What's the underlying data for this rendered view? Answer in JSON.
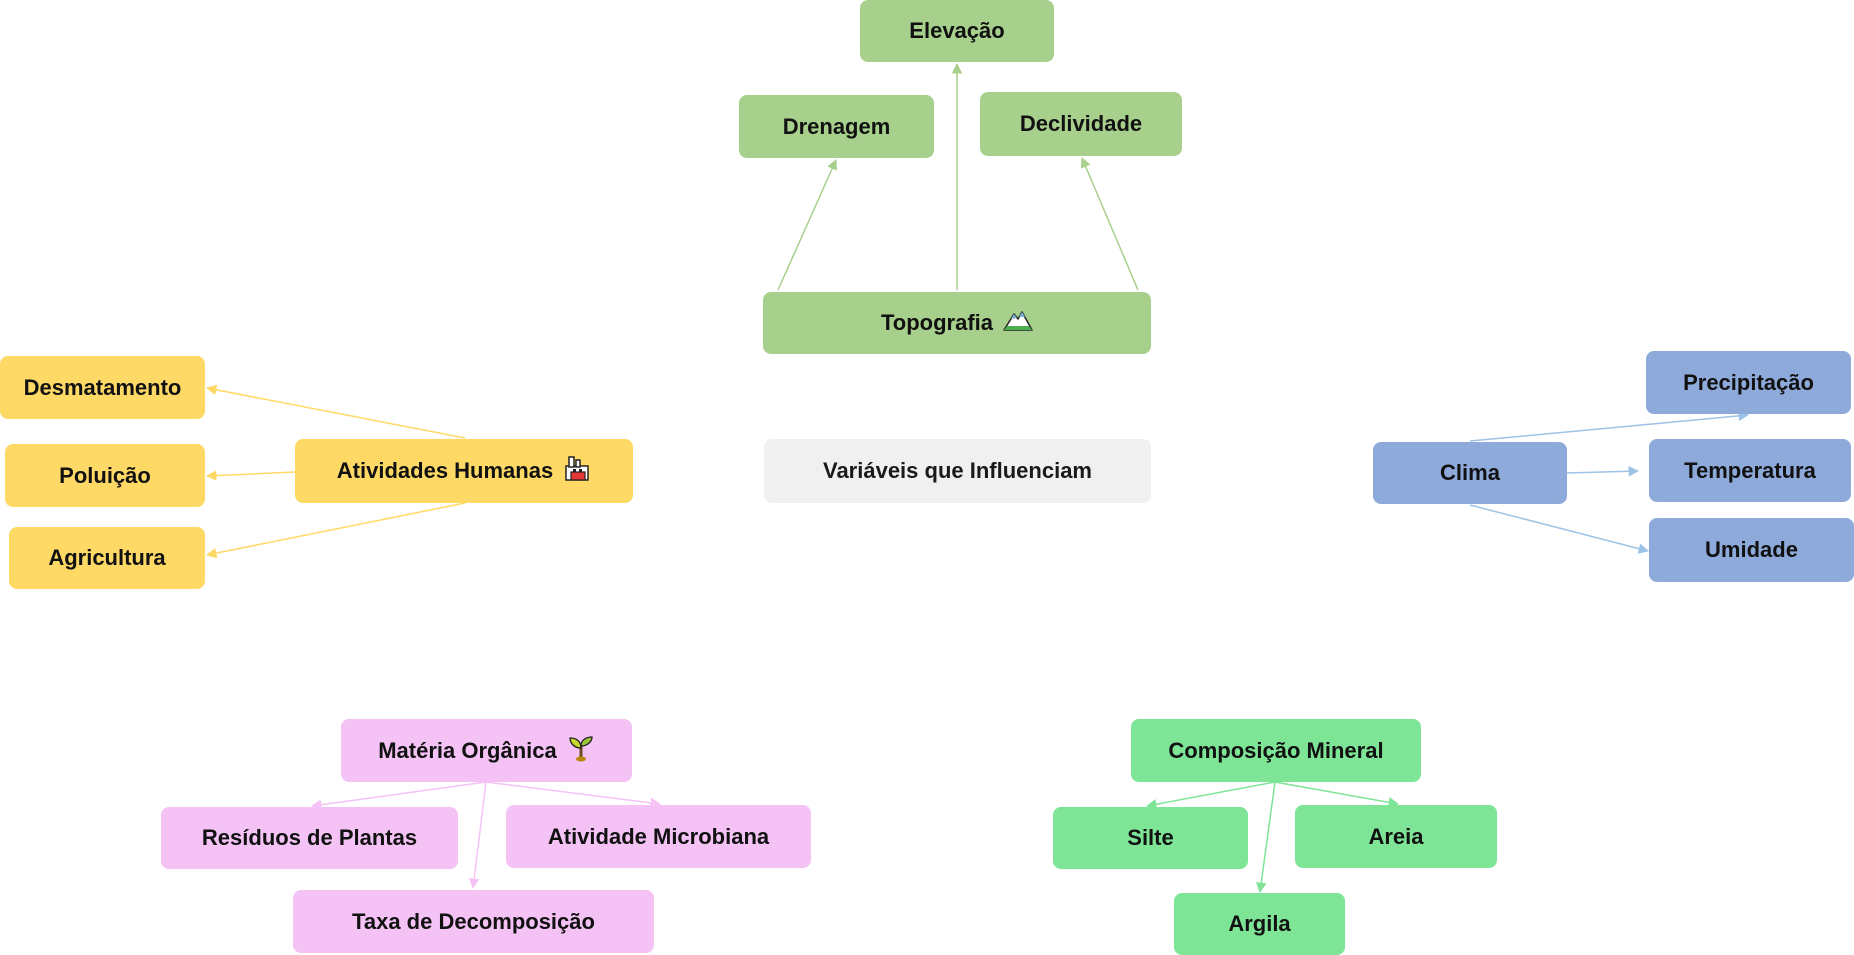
{
  "colors": {
    "topografia": "#a8d08d",
    "humanas": "#ffd966",
    "clima": "#8eaadb",
    "materia": "#f4c2f5",
    "mineral": "#7ee597",
    "center": "#f0f0f0",
    "edge_topografia": "#a8d08d",
    "edge_humanas": "#ffd966",
    "edge_clima": "#9dc3e6",
    "edge_materia": "#f4c2f5",
    "edge_mineral": "#7ee597"
  },
  "center": {
    "label": "Variáveis que Influenciam"
  },
  "topografia": {
    "label": "Topografia",
    "icon": "mountain-icon",
    "children": [
      "Elevação",
      "Drenagem",
      "Declividade"
    ]
  },
  "humanas": {
    "label": "Atividades Humanas",
    "icon": "factory-icon",
    "children": [
      "Desmatamento",
      "Poluição",
      "Agricultura"
    ]
  },
  "clima": {
    "label": "Clima",
    "children": [
      "Precipitação",
      "Temperatura",
      "Umidade"
    ]
  },
  "materia": {
    "label": "Matéria Orgânica",
    "icon": "seedling-icon",
    "children": [
      "Resíduos de Plantas",
      "Atividade Microbiana",
      "Taxa de Decomposição"
    ]
  },
  "mineral": {
    "label": "Composição Mineral",
    "children": [
      "Silte",
      "Areia",
      "Argila"
    ]
  }
}
